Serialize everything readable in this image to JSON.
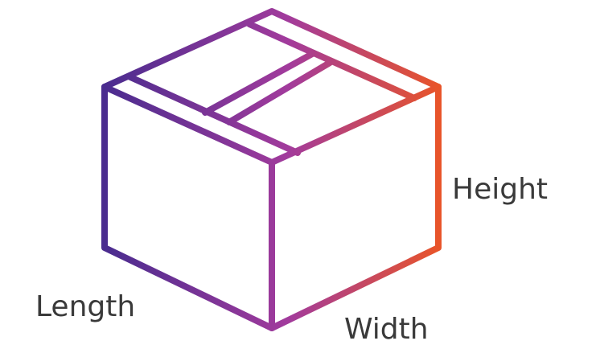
{
  "labels": {
    "height": "Height",
    "length": "Length",
    "width": "Width"
  },
  "colors": {
    "gradient_start": "#4a2c8f",
    "gradient_mid": "#a23b9c",
    "gradient_end": "#e8542a",
    "text": "#3a3a3a",
    "background": "#ffffff"
  },
  "icon": "cardboard-box-icon"
}
